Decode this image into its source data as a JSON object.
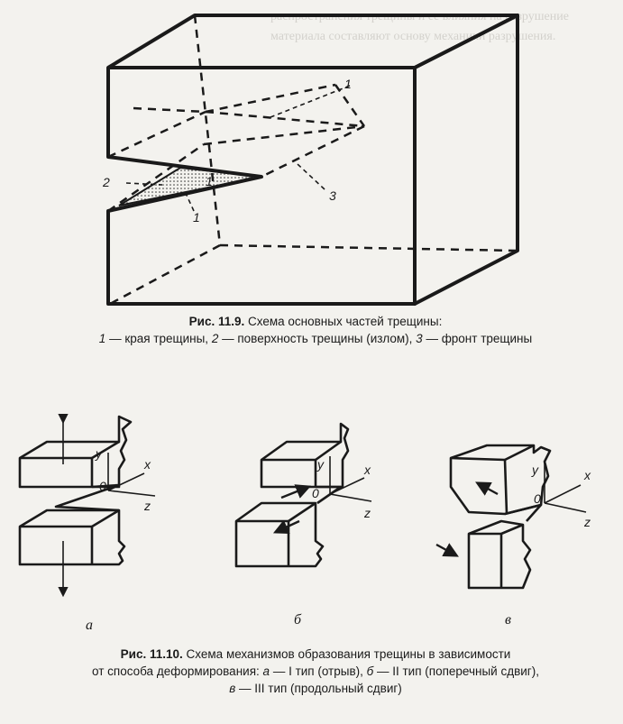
{
  "figure1": {
    "labels": {
      "edge": "1",
      "edge2": "1",
      "surface": "2",
      "front": "3"
    },
    "caption": {
      "number": "Рис. 11.9.",
      "title": "Схема основных частей трещины:",
      "n1": "1",
      "t1": "— края трещины,",
      "n2": "2",
      "t2": "— поверхность трещины (излом),",
      "n3": "3",
      "t3": "— фронт трещины"
    }
  },
  "figure2": {
    "axes": {
      "y": "y",
      "x": "x",
      "o": "0",
      "z": "z"
    },
    "panels": [
      {
        "letter": "а"
      },
      {
        "letter": "б"
      },
      {
        "letter": "в"
      }
    ],
    "caption": {
      "number": "Рис. 11.10.",
      "line1": "Схема механизмов образования трещины в зависимости",
      "line2a": "от способа деформирования:",
      "a": "а",
      "a_text": "— I тип (отрыв),",
      "b": "б",
      "b_text": "— II тип (поперечный сдвиг),",
      "c": "в",
      "c_text": "— III тип (продольный сдвиг)"
    }
  },
  "background_text": "распространения трещины и ее влияния на разрушение\nматериала составляют основу механики разрушения."
}
